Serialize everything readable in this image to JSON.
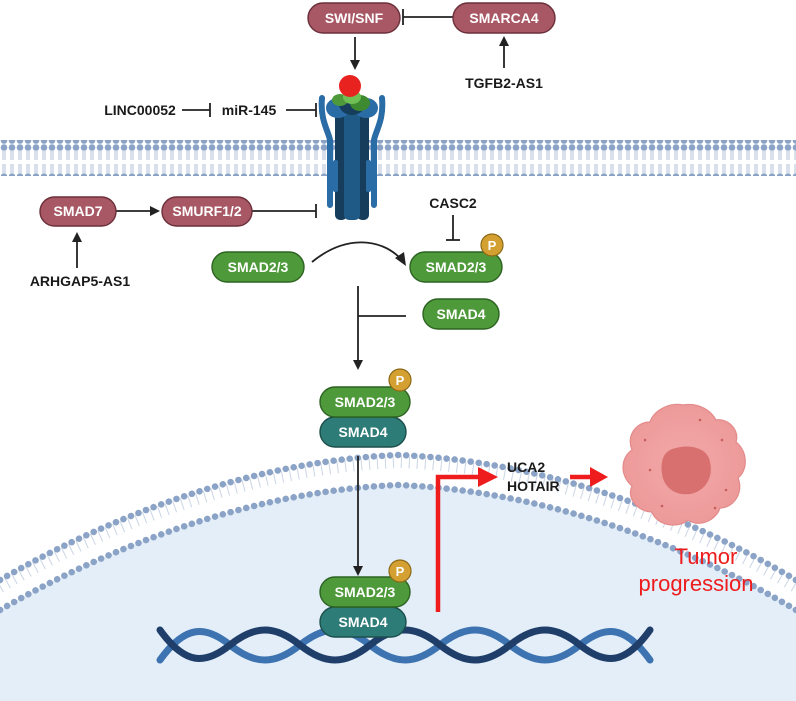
{
  "top": {
    "swi_snf": "SWI/SNF",
    "smarca4": "SMARCA4",
    "tgfb2_as1": "TGFB2-AS1"
  },
  "receptor_regulators": {
    "linc00052": "LINC00052",
    "mir145": "miR-145"
  },
  "smad_left": {
    "smad7": "SMAD7",
    "smurf": "SMURF1/2",
    "arhgap5": "ARHGAP5-AS1"
  },
  "cytoplasm": {
    "smad23": "SMAD2/3",
    "smad23_p": "SMAD2/3",
    "casc2": "CASC2",
    "smad4": "SMAD4",
    "phospho": "P"
  },
  "complex_cytoplasm": {
    "smad23": "SMAD2/3",
    "smad4": "SMAD4",
    "phospho": "P"
  },
  "complex_nucleus": {
    "smad23": "SMAD2/3",
    "smad4": "SMAD4",
    "phospho": "P"
  },
  "targets": {
    "uca2": "UCA2",
    "hotair": "HOTAIR"
  },
  "outcome": {
    "line1": "Tumor",
    "line2": "progression"
  },
  "colors": {
    "maroon": "#a85864",
    "green": "#4e9a3a",
    "teal": "#2e7c78",
    "phospho": "#d4a032",
    "red": "#ee1c1c",
    "membrane_head": "#8aa3c6",
    "nucleus_fill": "#e3eef9",
    "dna_dark": "#1f3e6a",
    "dna_light": "#3d73b0"
  }
}
